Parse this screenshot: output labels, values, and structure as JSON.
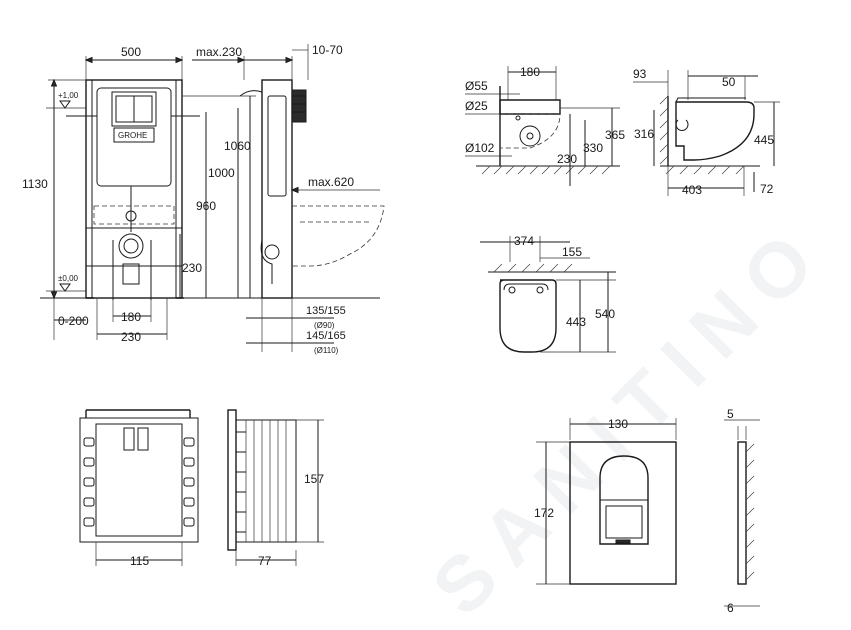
{
  "watermark": "SANITINO",
  "frame": {
    "dim_width_500": "500",
    "dim_max230": "max.230",
    "dim_10_70": "10-70",
    "level_plus100": "+1,00",
    "level_pm000": "±0,00",
    "dim_1130": "1130",
    "dim_1060": "1060",
    "dim_1000": "1000",
    "dim_960": "960",
    "dim_230": "230",
    "dim_max620": "max.620",
    "dim_180": "180",
    "dim_230_bottom": "230",
    "dim_0_200": "0-200",
    "dim_135_155": "135/155",
    "dim_d90": "(Ø90)",
    "dim_145_165": "145/165",
    "dim_d110": "(Ø110)",
    "brand_plate": "GROHE"
  },
  "bowl_side": {
    "d55": "Ø55",
    "d25": "Ø25",
    "d102": "Ø102",
    "dim_180": "180",
    "dim_230": "230",
    "dim_330": "330",
    "dim_365": "365"
  },
  "bowl_right": {
    "dim_93": "93",
    "dim_50": "50",
    "dim_316": "316",
    "dim_445": "445",
    "dim_403": "403",
    "dim_72": "72"
  },
  "bowl_top": {
    "dim_374": "374",
    "dim_155": "155",
    "dim_443": "443",
    "dim_540": "540"
  },
  "frame_small": {
    "dim_115": "115",
    "dim_157": "157",
    "dim_77": "77"
  },
  "plate": {
    "dim_130": "130",
    "dim_172": "172",
    "dim_5": "5",
    "dim_6": "6"
  }
}
